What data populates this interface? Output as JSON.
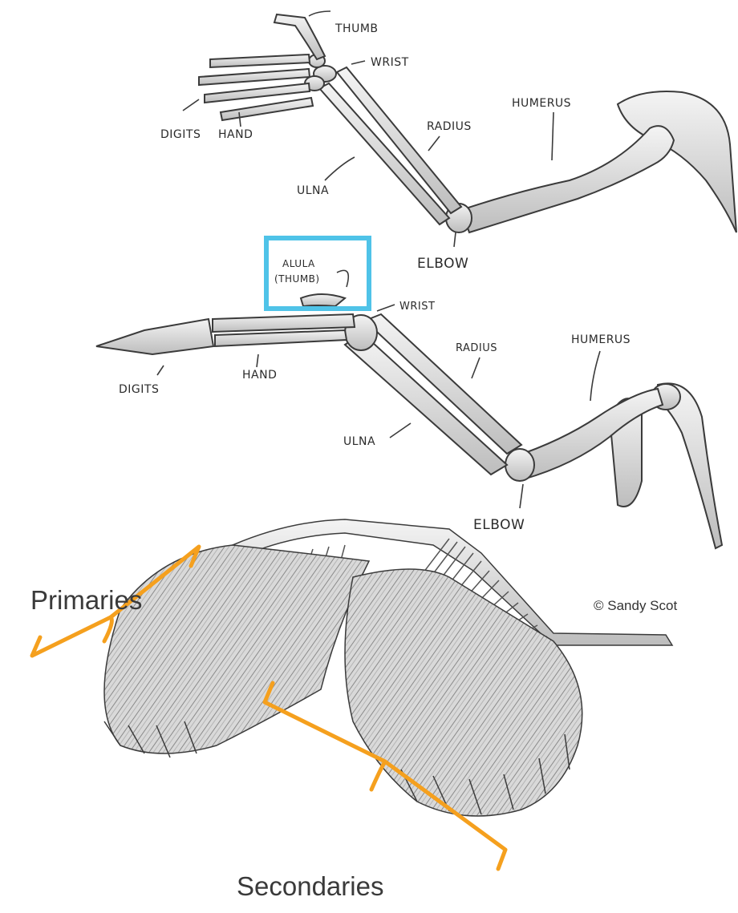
{
  "arm_labels": {
    "thumb": "THUMB",
    "wrist": "WRIST",
    "humerus": "HUMERUS",
    "radius": "RADIUS",
    "digits": "DIGITS",
    "hand": "HAND",
    "ulna": "ULNA",
    "elbow": "ELBOW"
  },
  "wing_labels": {
    "alula_line1": "ALULA",
    "alula_line2": "(THUMB)",
    "wrist": "WRIST",
    "radius": "RADIUS",
    "humerus": "HUMERUS",
    "digits": "DIGITS",
    "hand": "HAND",
    "ulna": "ULNA",
    "elbow": "ELBOW"
  },
  "feather_labels": {
    "primaries": "Primaries",
    "secondaries": "Secondaries"
  },
  "credit": "© Sandy Scot",
  "colors": {
    "highlight_box": "#4fc3e8",
    "bracket": "#f5a01e",
    "sketch": "#3b3b3b"
  }
}
